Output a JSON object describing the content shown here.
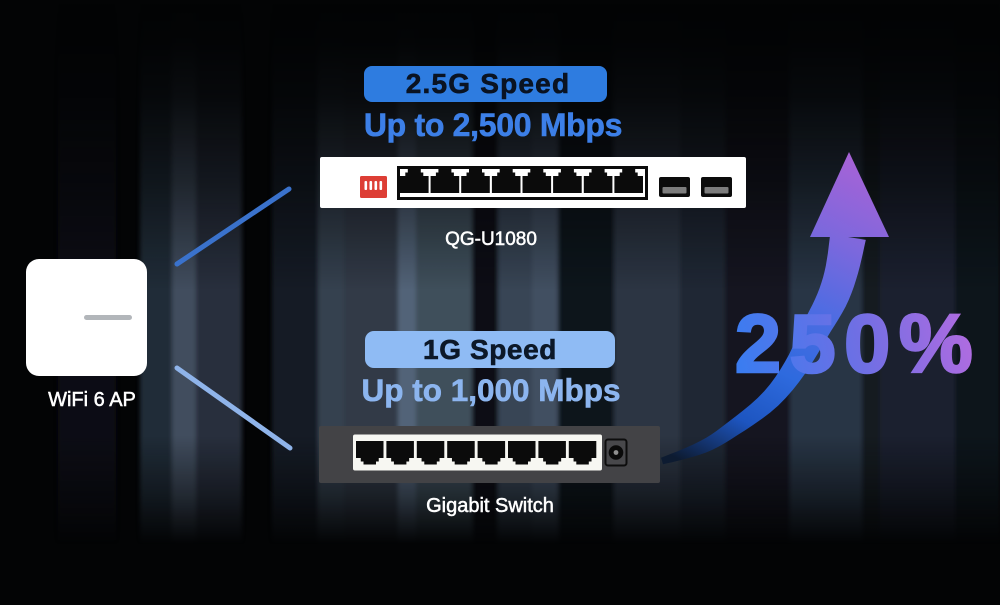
{
  "fast_path": {
    "badge": "2.5G Speed",
    "subtitle": "Up to 2,500 Mbps",
    "device_label": "QG-U1080"
  },
  "slow_path": {
    "badge": "1G Speed",
    "subtitle": "Up to 1,000 Mbps",
    "device_label": "Gigabit Switch"
  },
  "access_point": {
    "label": "WiFi 6 AP"
  },
  "improvement": {
    "value": "250%"
  },
  "colors": {
    "fast_badge_bg": "#2E7CDF",
    "fast_badge_text": "#0C1523",
    "fast_subtitle": "#3E80E8",
    "slow_badge_bg": "#8FBBF2",
    "slow_badge_text": "#0E1C33",
    "slow_subtitle": "#8FB6F0",
    "fast_link_line": "#3A72CC",
    "slow_link_line": "#8FB4EA",
    "arrow_gradient_start": "#2766D8",
    "arrow_gradient_end": "#A263D8",
    "stat_gradient_start": "#3577E9",
    "stat_gradient_end": "#B164DA",
    "dip_switch_red": "#DD3E35",
    "background": "#030405"
  }
}
